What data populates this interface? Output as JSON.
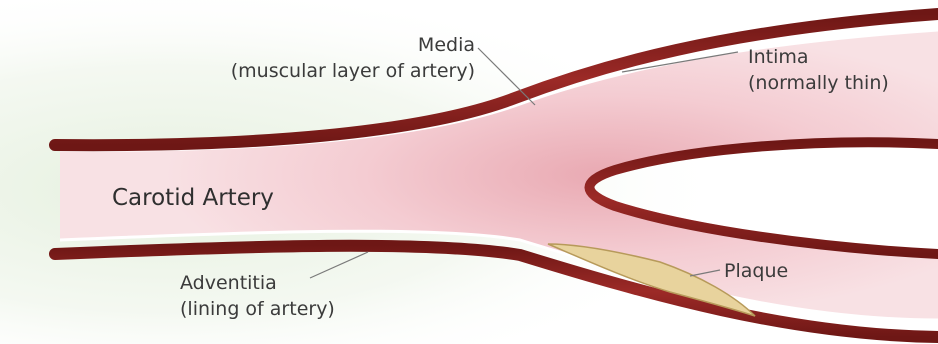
{
  "diagram": {
    "title": "Carotid Artery",
    "labels": {
      "media": {
        "name": "Media",
        "note": "(muscular layer of artery)"
      },
      "intima": {
        "name": "Intima",
        "note": "(normally thin)"
      },
      "adventitia": {
        "name": "Adventitia",
        "note": "(lining of artery)"
      },
      "plaque": {
        "name": "Plaque"
      }
    },
    "colors": {
      "wall": "#8b2321",
      "wall_dark": "#6e1715",
      "lumen": "#f6d6d9",
      "lumen_core": "#efb9bf",
      "plaque": "#e8d39d",
      "background_tint": "#e3efdc",
      "text": "#3b3b3b"
    }
  }
}
